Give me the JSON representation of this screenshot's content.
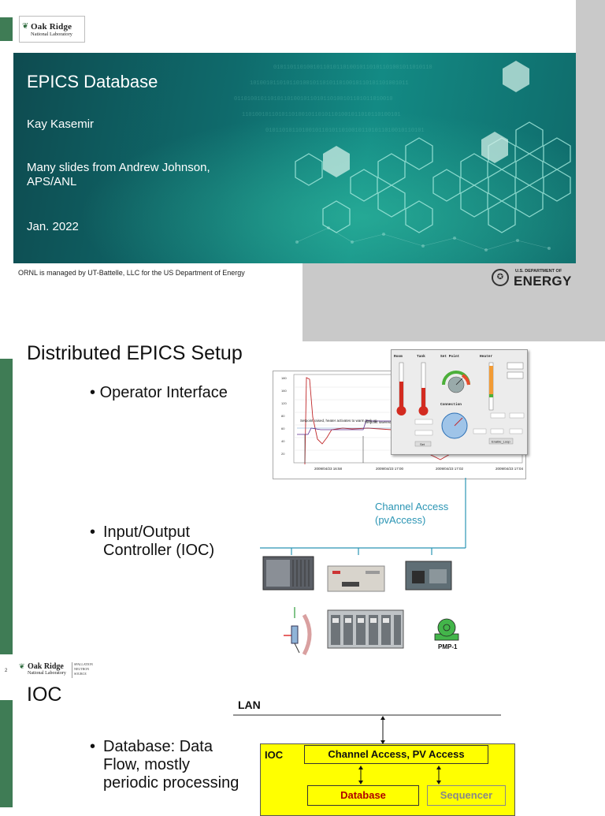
{
  "slide1": {
    "logo": {
      "line1": "Oak Ridge",
      "line2": "National Laboratory"
    },
    "title": "EPICS Database",
    "author": "Kay Kasemir",
    "credit": "Many slides from Andrew Johnson, APS/ANL",
    "date": "Jan. 2022",
    "footer": "ORNL is managed by UT-Battelle, LLC for the US Department of Energy",
    "doe": {
      "small": "U.S. DEPARTMENT OF",
      "big": "ENERGY"
    }
  },
  "slide2": {
    "title": "Distributed EPICS Setup",
    "bullets": [
      "Operator Interface",
      "Input/Output Controller (IOC)"
    ],
    "channel_access": [
      "Channel Access",
      "(pvAccess)"
    ],
    "screen_notes": [
      "Setpoint raised, heater activates to warm tank up",
      "Setpoint lowered, tank cools down"
    ],
    "screen_times": [
      "2009/04/23 16:58",
      "2009/04/23 17:00",
      "2009/04/23 17:02",
      "2009/04/23 17:04"
    ],
    "panel_headers": [
      "Room",
      "Tank",
      "Set Point",
      "Heater"
    ],
    "panel_section": "Connection",
    "panel_buttons": [
      "Set",
      "Enable_Loop"
    ],
    "pump_label": "PMP-1",
    "page_number": "2",
    "logo": {
      "line1": "Oak Ridge",
      "line2": "National Laboratory",
      "sub": [
        "SPALLATION",
        "NEUTRON",
        "SOURCE"
      ]
    }
  },
  "slide3": {
    "title": "IOC",
    "bullet": "Database: Data Flow, mostly periodic processing",
    "lan": "LAN",
    "ioc_label": "IOC",
    "channel_access": "Channel Access, PV Access",
    "database": "Database",
    "sequencer": "Sequencer"
  },
  "colors": {
    "green_bar": "#3f7c55",
    "banner_teal": "#0f6b6c",
    "ioc_yellow": "#ffff00",
    "ca_blue": "#2b95b4",
    "database_red": "#b00000"
  }
}
